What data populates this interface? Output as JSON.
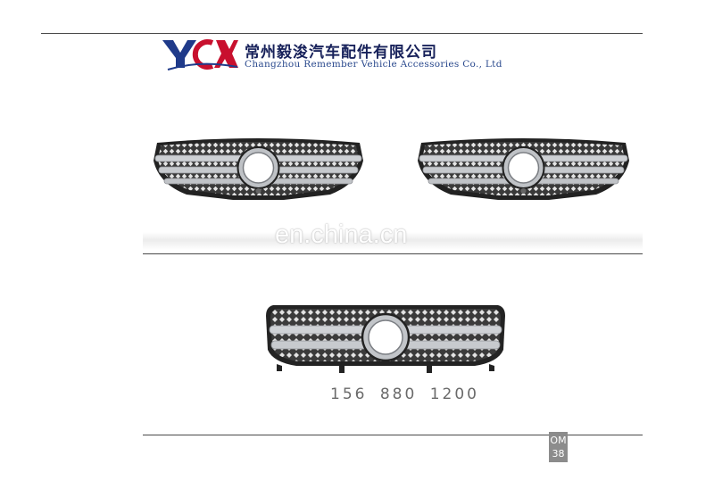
{
  "header": {
    "logo_mark": "YCX",
    "company_cn": "常州毅浚汽车配件有限公司",
    "company_en": "Changzhou Remember Vehicle Accessories Co., Ltd"
  },
  "watermark": "en.china.cn",
  "products": [
    {
      "name": "grille-top-left"
    },
    {
      "name": "grille-top-right"
    },
    {
      "name": "grille-bottom",
      "part_number": "156 880 1200"
    }
  ],
  "page_badge": {
    "line1": "OM",
    "line2": "38"
  },
  "colors": {
    "logo_red": "#c8102e",
    "logo_blue": "#1f3a8a",
    "company_cn": "#17215a",
    "company_en": "#2b4a8e",
    "grille_frame": "#2a2a2a",
    "grille_silver": "#c9ccd1",
    "badge": "#8c8c8c"
  }
}
